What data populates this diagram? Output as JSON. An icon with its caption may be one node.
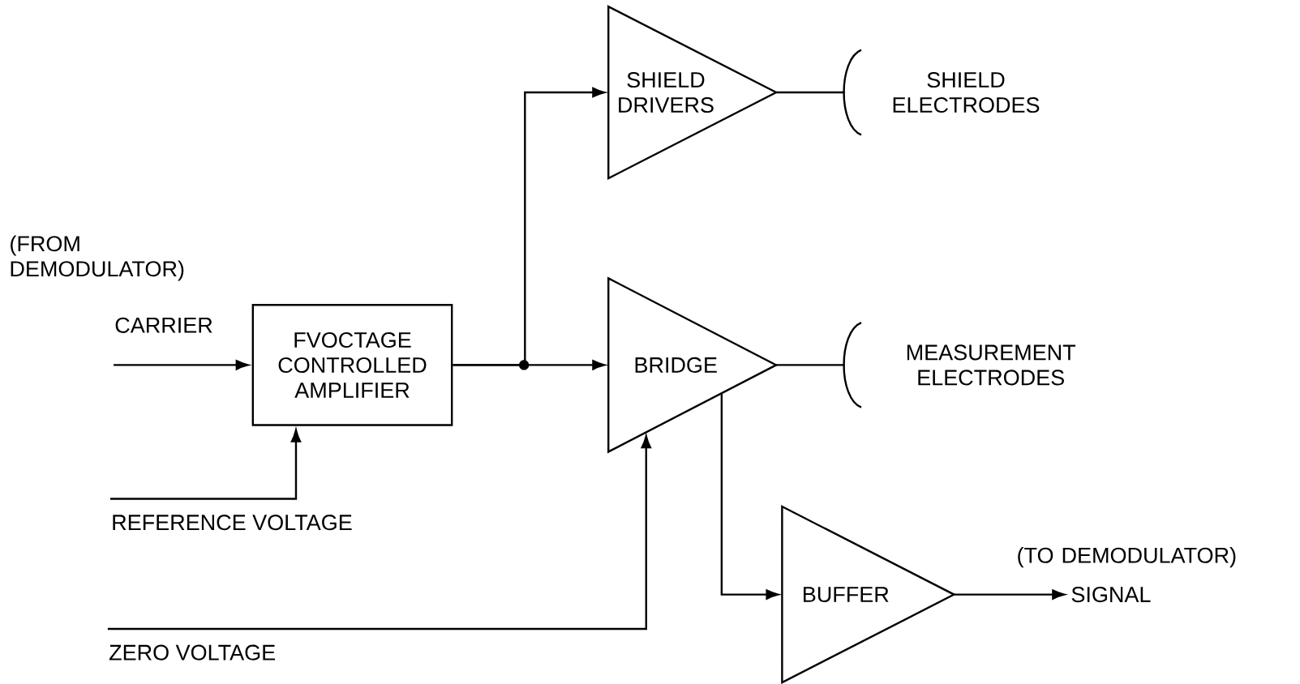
{
  "diagram": {
    "nodes": [
      {
        "text": [
          "FVOCTAGE CONTROLLED AMPLIFIER"
        ]
      },
      {
        "text": [
          "SHIELD DRIVERS"
        ]
      },
      {
        "text": [
          "BRIDGE"
        ]
      },
      {
        "text": [
          "BUFFER"
        ]
      },
      {
        "text": [
          "SHIELD ELECTRODES"
        ]
      },
      {
        "text": [
          "MEASUREMENT ELECTRODES"
        ]
      },
      {
        "text": [
          "SIGNAL"
        ]
      },
      {
        "text": [
          "CARRIER"
        ]
      },
      {
        "text": [
          "REFERENCE VOLTAGE"
        ]
      },
      {
        "text": [
          "ZERO VOLTAGE"
        ]
      }
    ],
    "edges": [
      {
        "from": 7,
        "to": 0,
        "arrow": "to"
      },
      {
        "from": 8,
        "to": 0,
        "arrow": "to"
      },
      {
        "from": 0,
        "to": 2,
        "arrow": "to"
      },
      {
        "from": 0,
        "to": 1,
        "arrow": "to"
      },
      {
        "from": 1,
        "to": 4,
        "arrow": "none"
      },
      {
        "from": 2,
        "to": 5,
        "arrow": "none"
      },
      {
        "from": 2,
        "to": 3,
        "arrow": "to"
      },
      {
        "from": 9,
        "to": 2,
        "arrow": "to"
      },
      {
        "from": 3,
        "to": 6,
        "arrow": "to"
      }
    ],
    "labels": [
      "(FROM DEMODULATOR)",
      "(TO DEMODULATOR)"
    ]
  }
}
